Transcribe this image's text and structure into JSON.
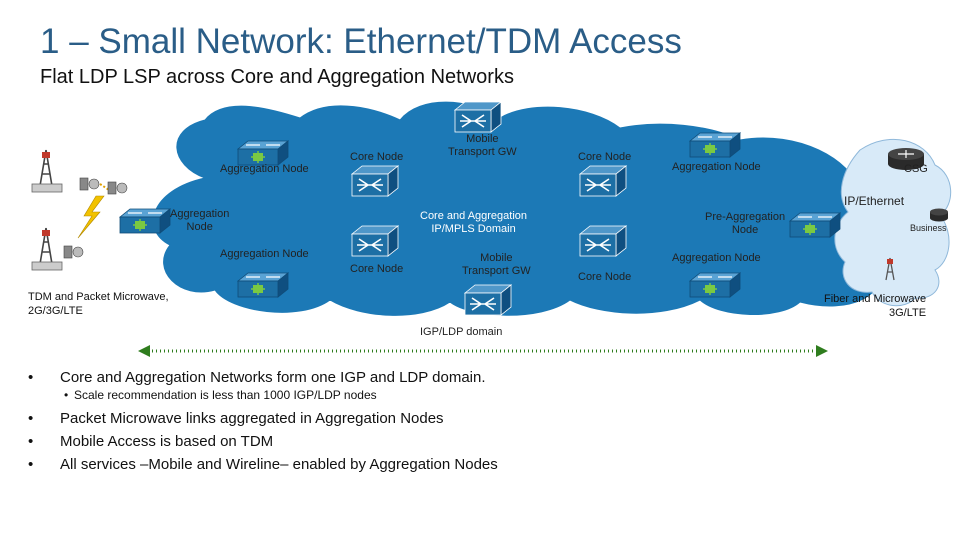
{
  "title": "1 – Small Network: Ethernet/TDM Access",
  "subtitle": "Flat LDP LSP across Core and Aggregation Networks",
  "labels": {
    "agg_node_tl": "Aggregation Node",
    "agg_node_left": "Aggregation\nNode",
    "agg_node_bl": "Aggregation Node",
    "core_node_tl": "Core Node",
    "core_node_bl": "Core Node",
    "mtg_top": "Mobile\nTransport GW",
    "mtg_bottom": "Mobile\nTransport GW",
    "core_agg_domain": "Core and Aggregation\nIP/MPLS Domain",
    "core_node_tr": "Core Node",
    "core_node_br": "Core Node",
    "agg_node_tr": "Aggregation Node",
    "agg_node_br": "Aggregation Node",
    "pre_agg_node": "Pre-Aggregation\nNode",
    "csg": "CSG",
    "ip_ethernet": "IP/Ethernet",
    "business": "Business",
    "tdm_packet": "TDM and Packet Microwave,\n2G/3G/LTE",
    "fiber_microwave": "Fiber and Microwave\n3G/LTE",
    "igp_domain": "IGP/LDP domain"
  },
  "bullets": [
    {
      "text": "Core and Aggregation Networks form one IGP and LDP domain.",
      "level": 1
    },
    {
      "text": "Scale recommendation is less than 1000 IGP/LDP nodes",
      "level": 2
    },
    {
      "text": "Packet Microwave links aggregated in Aggregation Nodes",
      "level": 1
    },
    {
      "text": "Mobile Access is based on TDM",
      "level": 1
    },
    {
      "text": "All services –Mobile and Wireline– enabled by Aggregation Nodes",
      "level": 1
    }
  ],
  "colors": {
    "cloud": "#1c79b6",
    "cloud_right": "#d8eaf8",
    "node": "#1d6fa5",
    "dotted_line": "#2f7d1e"
  },
  "icons": [
    "router-icon",
    "switch-icon",
    "cell-tower-icon",
    "antenna-icon",
    "lightning-icon"
  ]
}
